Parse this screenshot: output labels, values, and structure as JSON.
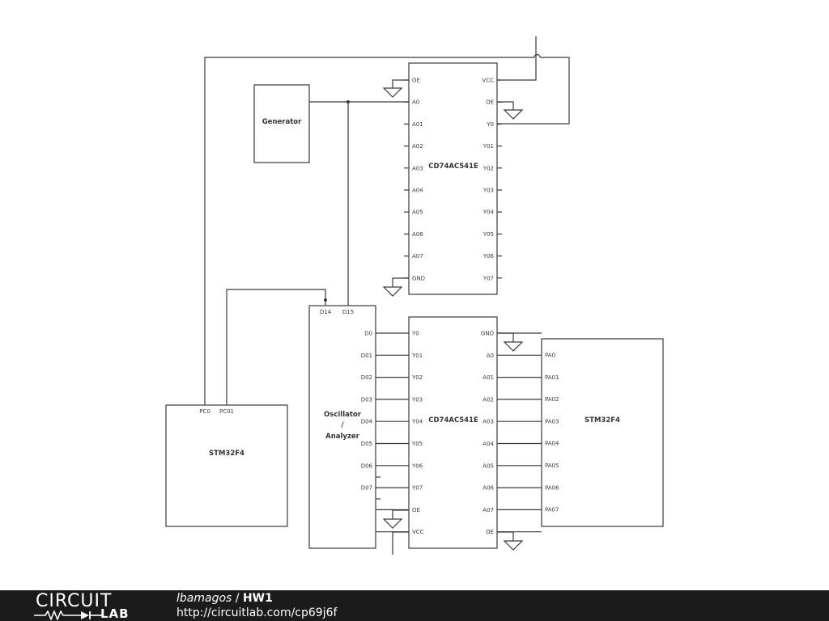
{
  "diagram": {
    "generator_label": "Generator",
    "buffer_top": {
      "name": "CD74AC541E",
      "left_pins": [
        "OE",
        "A0",
        "A01",
        "A02",
        "A03",
        "A04",
        "A05",
        "A06",
        "A07",
        "GND"
      ],
      "right_pins": [
        "VCC",
        "OE",
        "Y0",
        "Y01",
        "Y02",
        "Y03",
        "Y04",
        "Y05",
        "Y06",
        "Y07"
      ]
    },
    "buffer_bottom": {
      "name": "CD74AC541E",
      "left_pins": [
        "Y0",
        "Y01",
        "Y02",
        "Y03",
        "Y04",
        "Y05",
        "Y06",
        "Y07",
        "OE",
        "VCC"
      ],
      "right_pins": [
        "GND",
        "A0",
        "A01",
        "A02",
        "A03",
        "A04",
        "A05",
        "A06",
        "A07",
        "OE"
      ]
    },
    "analyzer": {
      "label_line1": "Oscillator",
      "label_line2": "/",
      "label_line3": "Analyzer",
      "top_pins": [
        "D14",
        "D15"
      ],
      "right_pins": [
        "D0",
        "D01",
        "D02",
        "D03",
        "D04",
        "D05",
        "D06",
        "D07"
      ]
    },
    "mcu_left": {
      "name": "STM32F4",
      "top_pins": [
        "PC0",
        "PC01"
      ]
    },
    "mcu_right": {
      "name": "STM32F4",
      "left_pins": [
        "PA0",
        "PA01",
        "PA02",
        "PA03",
        "PA04",
        "PA05",
        "PA06",
        "PA07"
      ]
    }
  },
  "footer": {
    "logo_top": "CIRCUIT",
    "logo_bottom": "LAB",
    "user": "lbamagos",
    "separator": " / ",
    "project": "HW1",
    "url": "http://circuitlab.com/cp69j6f"
  }
}
